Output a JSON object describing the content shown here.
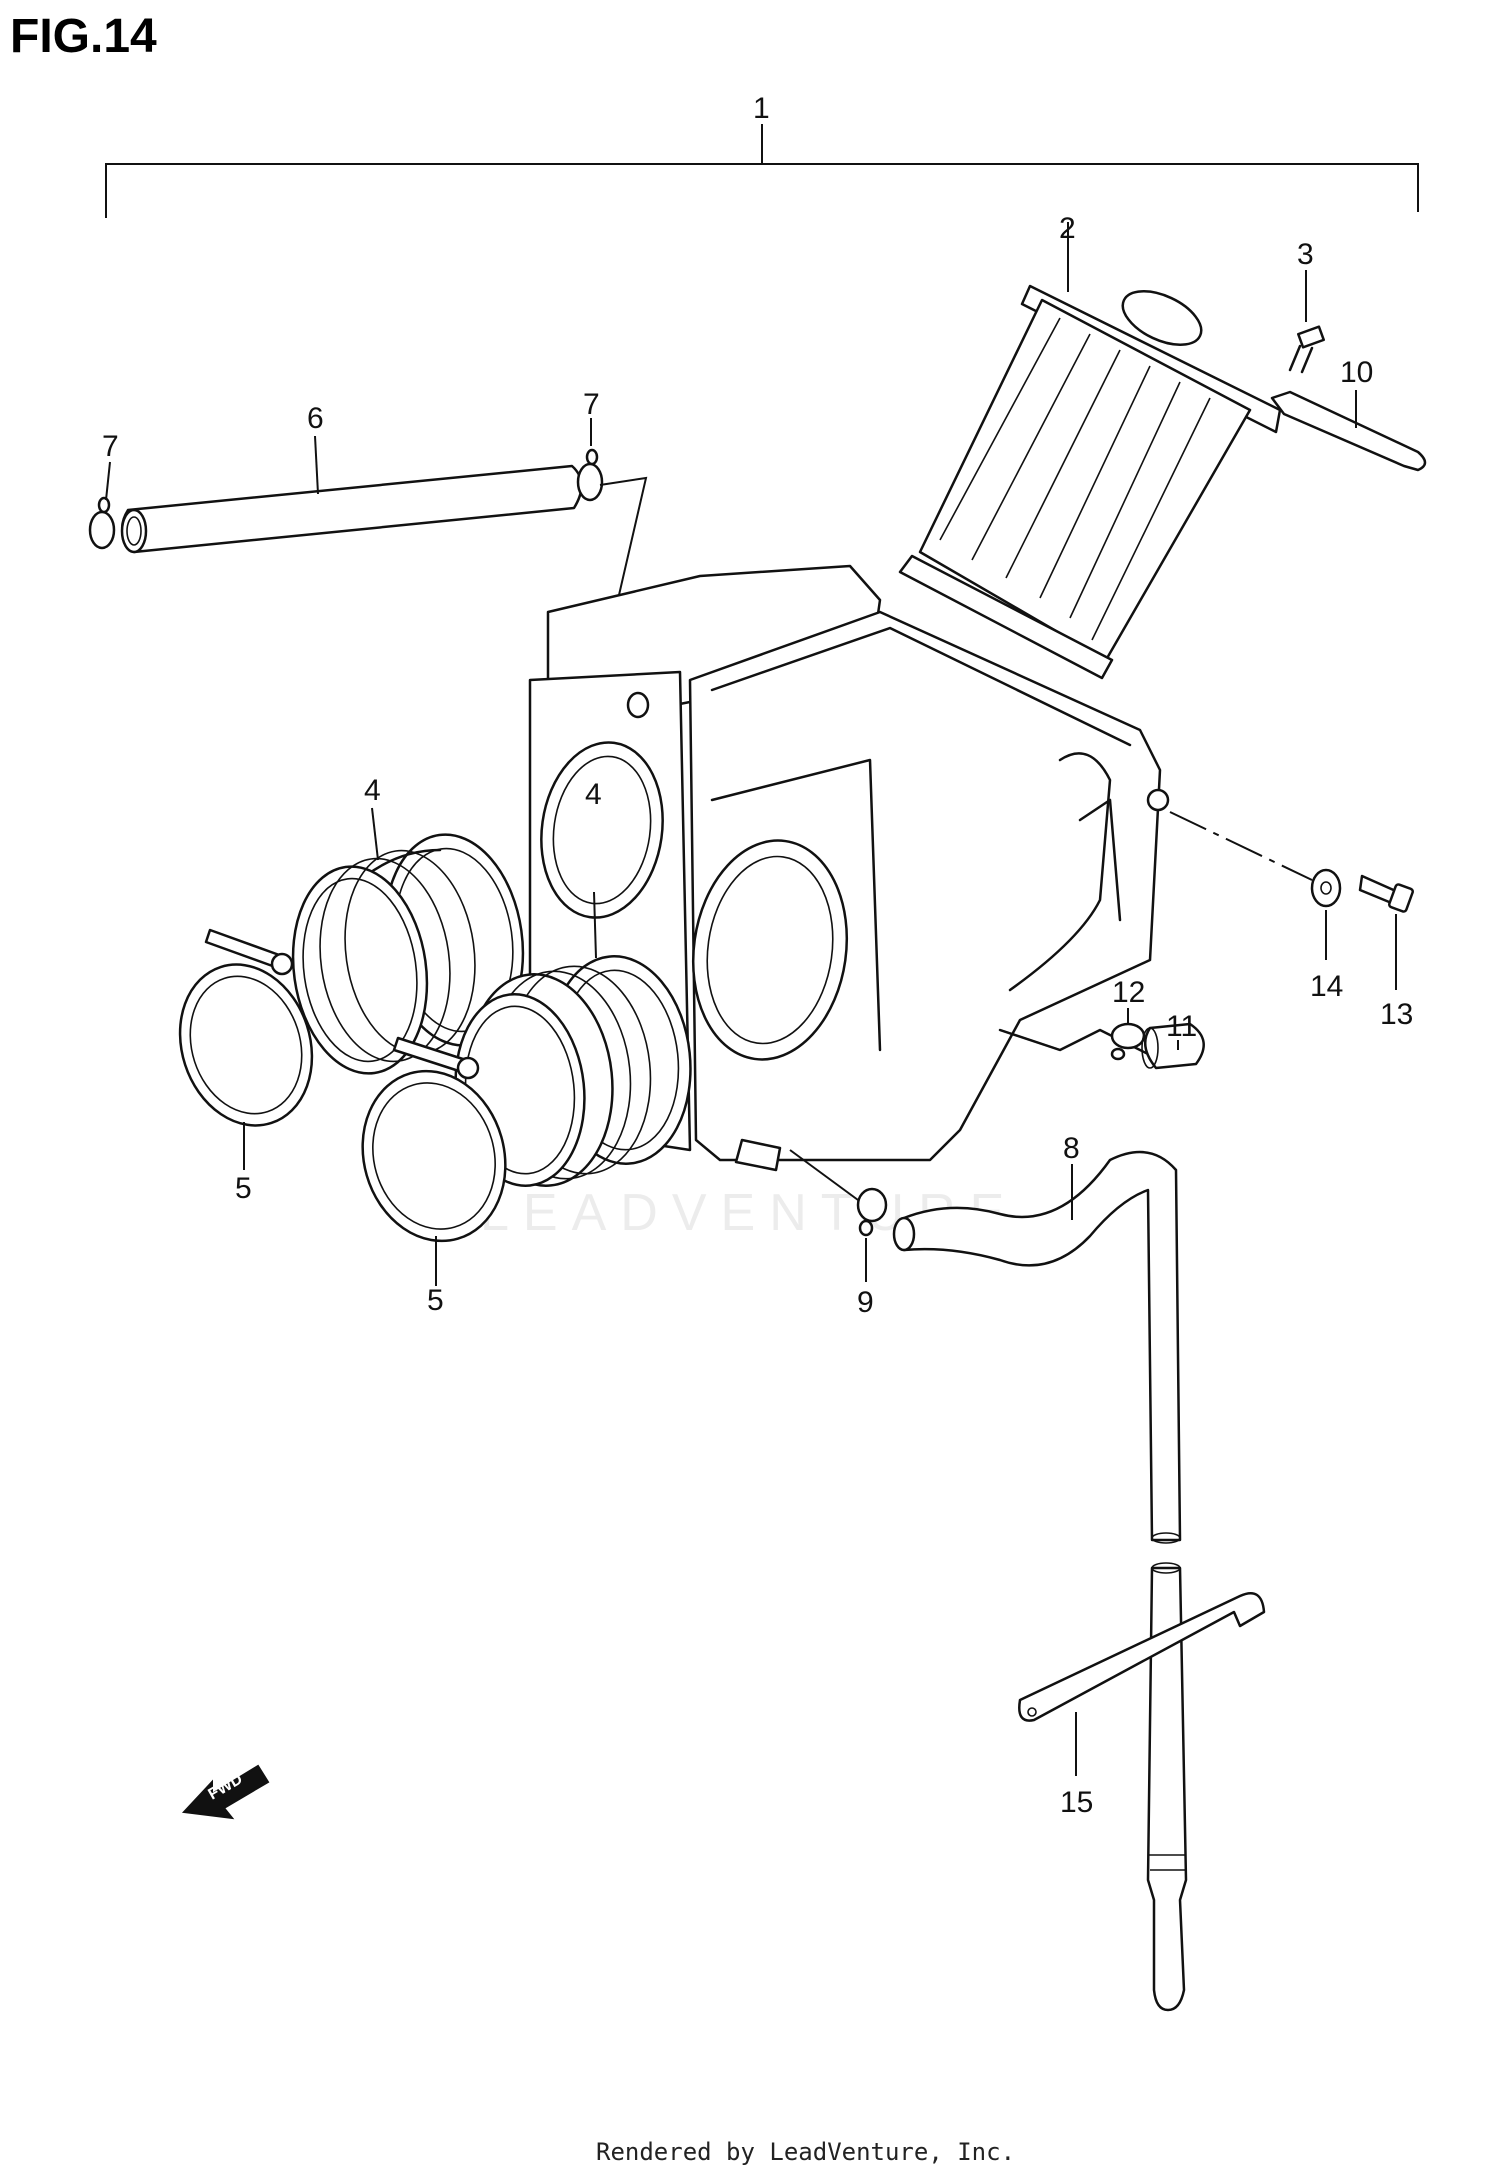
{
  "figure": {
    "title": "FIG.14",
    "footer": "Rendered by LeadVenture, Inc.",
    "watermark": "LEADVENTURE",
    "fwd_label": "FWD"
  },
  "callouts": [
    {
      "id": "callout-1",
      "label": "1"
    },
    {
      "id": "callout-2",
      "label": "2"
    },
    {
      "id": "callout-3",
      "label": "3"
    },
    {
      "id": "callout-4a",
      "label": "4"
    },
    {
      "id": "callout-4b",
      "label": "4"
    },
    {
      "id": "callout-5a",
      "label": "5"
    },
    {
      "id": "callout-5b",
      "label": "5"
    },
    {
      "id": "callout-6",
      "label": "6"
    },
    {
      "id": "callout-7a",
      "label": "7"
    },
    {
      "id": "callout-7b",
      "label": "7"
    },
    {
      "id": "callout-8",
      "label": "8"
    },
    {
      "id": "callout-9",
      "label": "9"
    },
    {
      "id": "callout-10",
      "label": "10"
    },
    {
      "id": "callout-11",
      "label": "11"
    },
    {
      "id": "callout-12",
      "label": "12"
    },
    {
      "id": "callout-13",
      "label": "13"
    },
    {
      "id": "callout-14",
      "label": "14"
    },
    {
      "id": "callout-15",
      "label": "15"
    }
  ]
}
